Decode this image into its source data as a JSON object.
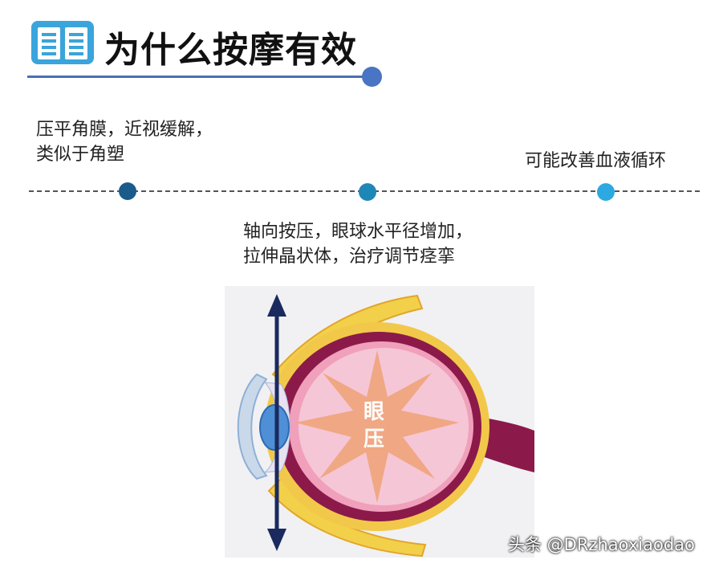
{
  "header": {
    "title": "为什么按摩有效",
    "icon": "open-book-icon",
    "accent_color": "#3aa4dc",
    "underline_color": "#4a6fb5"
  },
  "timeline": {
    "points": [
      {
        "text_line1": "压平角膜，近视缓解，",
        "text_line2": "类似于角塑",
        "dot_color": "#1a5b8c"
      },
      {
        "text_line1": "轴向按压，眼球水平径增加，",
        "text_line2": "拉伸晶状体，治疗调节痉挛",
        "dot_color": "#1f86b8"
      },
      {
        "text_line1": "可能改善血液循环",
        "dot_color": "#2ca9e0"
      }
    ]
  },
  "eye_diagram": {
    "label": "眼压",
    "arrow_color": "#1b2a5e",
    "star_color": "#f0a37a",
    "vitreous_color": "#f5c6d6",
    "sclera_color": "#8b1a4a"
  },
  "watermark": {
    "text": "头条 @DRzhaoxiaodao"
  }
}
